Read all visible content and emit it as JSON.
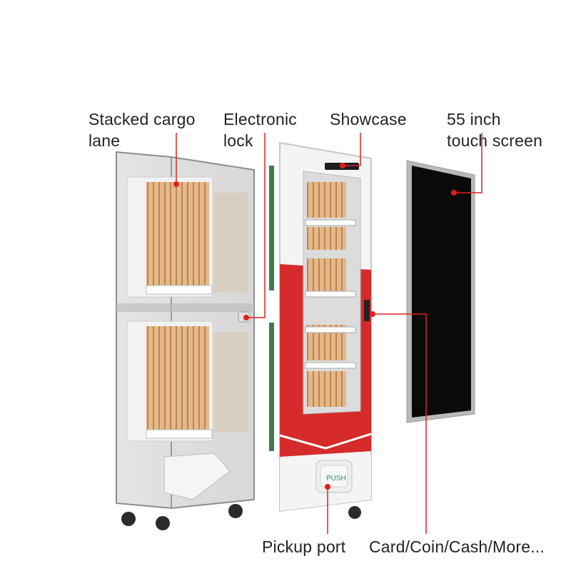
{
  "callouts": {
    "stacked_cargo_lane": "Stacked cargo\nlane",
    "electronic_lock": "Electronic\nlock",
    "showcase": "Showcase",
    "touch_screen": "55 inch\ntouch screen",
    "pickup_port": "Pickup port",
    "payment": "Card/Coin/Cash/More..."
  },
  "machine": {
    "push_label": "PUSH"
  },
  "colors": {
    "accent_red": "#d52b2b",
    "callout_dot": "#e02020",
    "cabinet_white": "#f4f4f4",
    "screen_black": "#0a0a0a",
    "cargo_wood": "#d6a06a"
  }
}
